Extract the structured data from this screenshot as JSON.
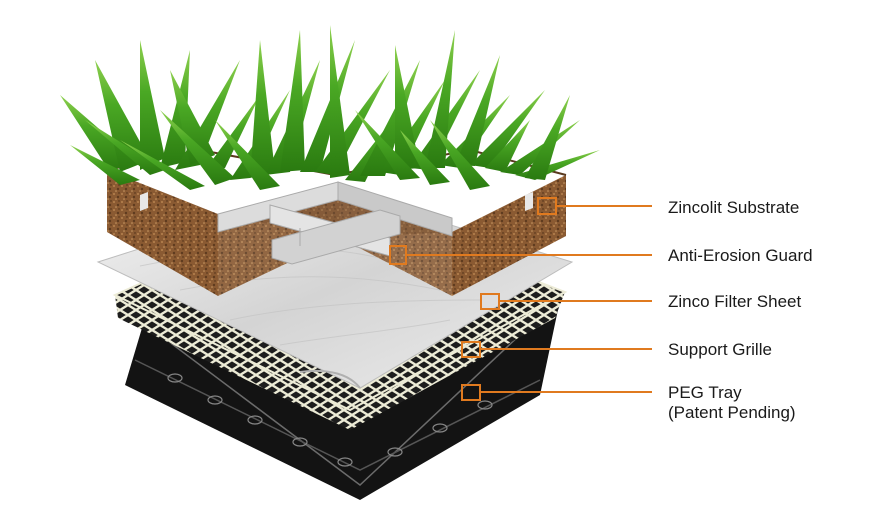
{
  "diagram": {
    "accent_color": "#e07a1f",
    "layers": [
      {
        "id": "substrate",
        "label": "Zincolit Substrate"
      },
      {
        "id": "guard",
        "label": "Anti-Erosion Guard"
      },
      {
        "id": "filter",
        "label": "Zinco Filter Sheet"
      },
      {
        "id": "grille",
        "label": "Support Grille"
      },
      {
        "id": "tray",
        "label": "PEG Tray",
        "label_line2": "(Patent Pending)"
      }
    ],
    "colors": {
      "grass": "#3e9b1c",
      "substrate": "#8a5a32",
      "guard": "#d9d9d9",
      "filter": "#e6e6e6",
      "grille": "#ecebd6",
      "tray": "#151515"
    }
  }
}
